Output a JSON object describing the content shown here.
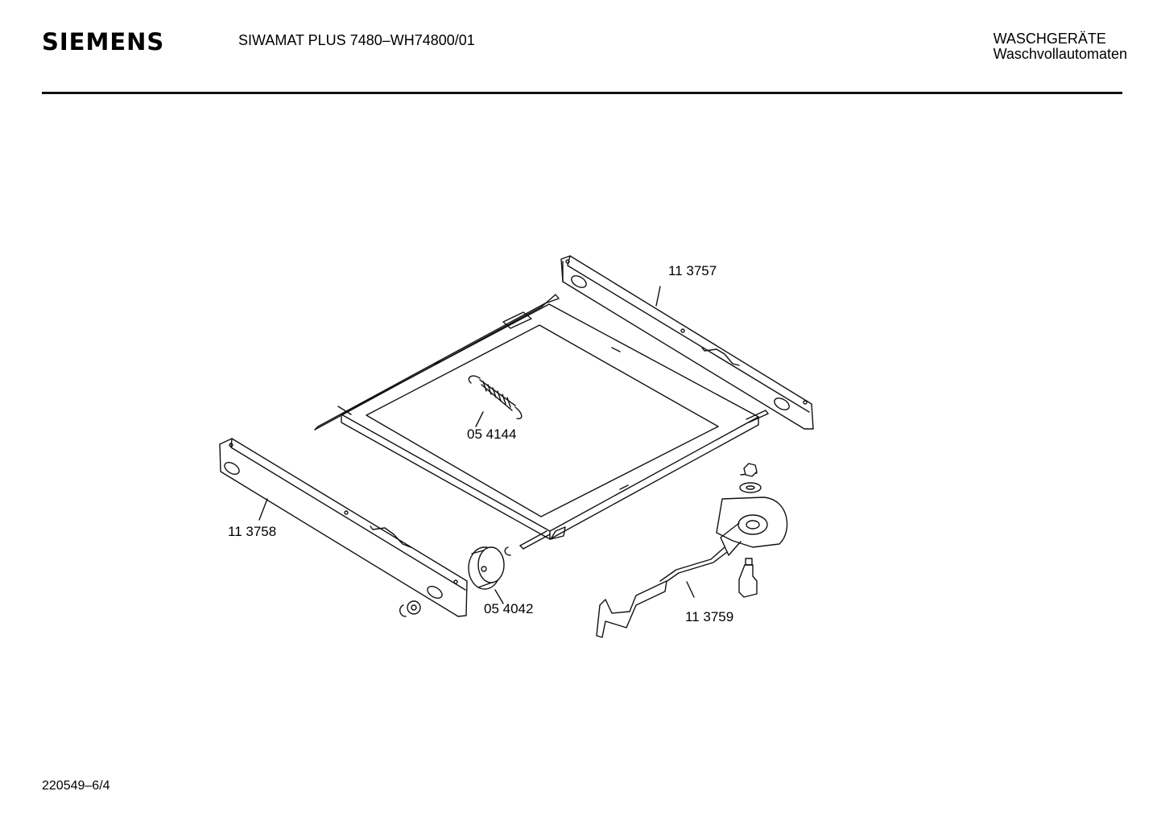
{
  "header": {
    "brand": "SIEMENS",
    "model": "SIWAMAT PLUS 7480–WH74800/01",
    "category_line1": "WASCHGERÄTE",
    "category_line2": "Waschvollautomaten"
  },
  "footer": {
    "document_code": "220549–6/4"
  },
  "parts": [
    {
      "number": "11 3757"
    },
    {
      "number": "05 4144"
    },
    {
      "number": "11 3758"
    },
    {
      "number": "05 4042"
    },
    {
      "number": "11 3759"
    }
  ]
}
